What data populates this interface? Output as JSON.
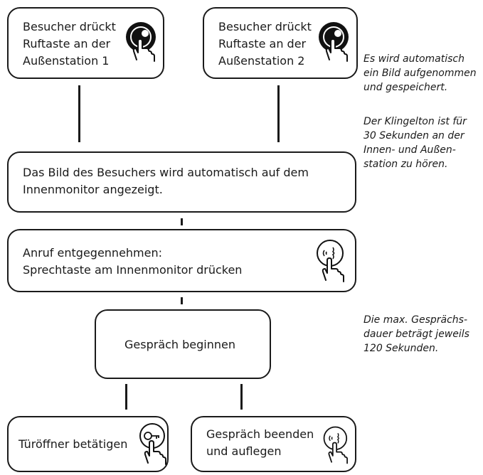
{
  "boxes": {
    "outdoor1": "Besucher drückt\nRuftaste an der\nAußenstation 1",
    "outdoor2": "Besucher drückt\nRuftaste an der\nAußenstation 2",
    "monitor": "Das Bild des Besuchers wird automatisch auf dem\nInnenmonitor angezeigt.",
    "answer": "Anruf entgegennehmen:\nSprechtaste am Innenmonitor drücken",
    "talk": "Gespräch beginnen",
    "door": "Türöffner betätigen",
    "end": "Gespräch beenden\nund auflegen"
  },
  "notes": {
    "snapshot": "Es wird automatisch\nein Bild aufgenommen\nund gespeichert.",
    "ringtone": "Der Klingelton ist für\n30 Sekunden an der\nInnen- und Außen-\nstation zu hören.",
    "duration": "Die max. Gesprächs-\ndauer beträgt jeweils\n120 Sekunden."
  },
  "icons": {
    "call_button_1": "call-button-press-icon",
    "call_button_2": "call-button-press-icon",
    "speak_button": "speak-button-press-icon",
    "door_key": "key-button-press-icon",
    "hangup": "speak-button-press-icon"
  }
}
